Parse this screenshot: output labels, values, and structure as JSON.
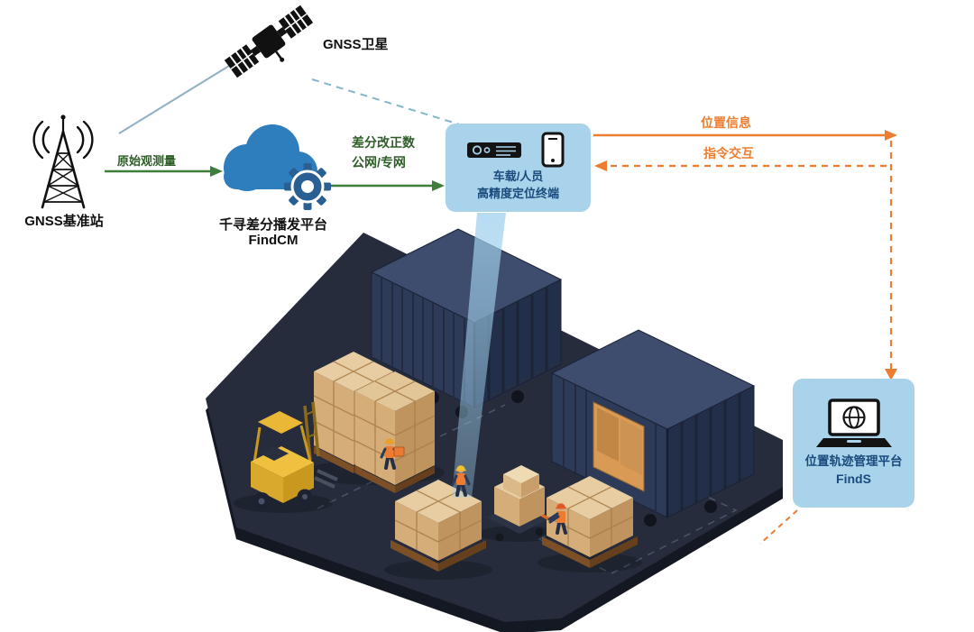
{
  "nodes": {
    "satellite": {
      "label": "GNSS卫星"
    },
    "base_station": {
      "label": "GNSS基准站"
    },
    "cloud": {
      "name": "千寻差分播发平台",
      "product": "FindCM"
    },
    "terminal": {
      "line1": "车载/人员",
      "line2": "高精度定位终端"
    },
    "management": {
      "name": "位置轨迹管理平台",
      "product": "FindS"
    }
  },
  "links": {
    "raw_observation": {
      "label": "原始观测量"
    },
    "correction": {
      "line1": "差分改正数",
      "line2": "公网/专网"
    },
    "position_info": {
      "label": "位置信息"
    },
    "command": {
      "label": "指令交互"
    }
  },
  "icons": {
    "satellite": "satellite-icon",
    "base_station": "radio-tower-icon",
    "cloud": "cloud-gear-icon",
    "terminal_unit": "vehicle-terminal-icon",
    "phone": "smartphone-icon",
    "management": "laptop-globe-icon"
  },
  "colors": {
    "panel_bg": "#A9D3EA",
    "panel_text": "#1A4A7C",
    "arrow_green": "#3F7D3A",
    "green_text": "#2E5D28",
    "arrow_orange": "#ED7D31",
    "cloud_blue": "#2E7DBD",
    "gear_blue": "#2A5F93",
    "satellite_link": "#8FAFC2",
    "platform": "#262C3C",
    "container": "#2D3A58",
    "carton": "#D4AD79",
    "forklift": "#F0C040",
    "beam": "#9FD0EC"
  }
}
